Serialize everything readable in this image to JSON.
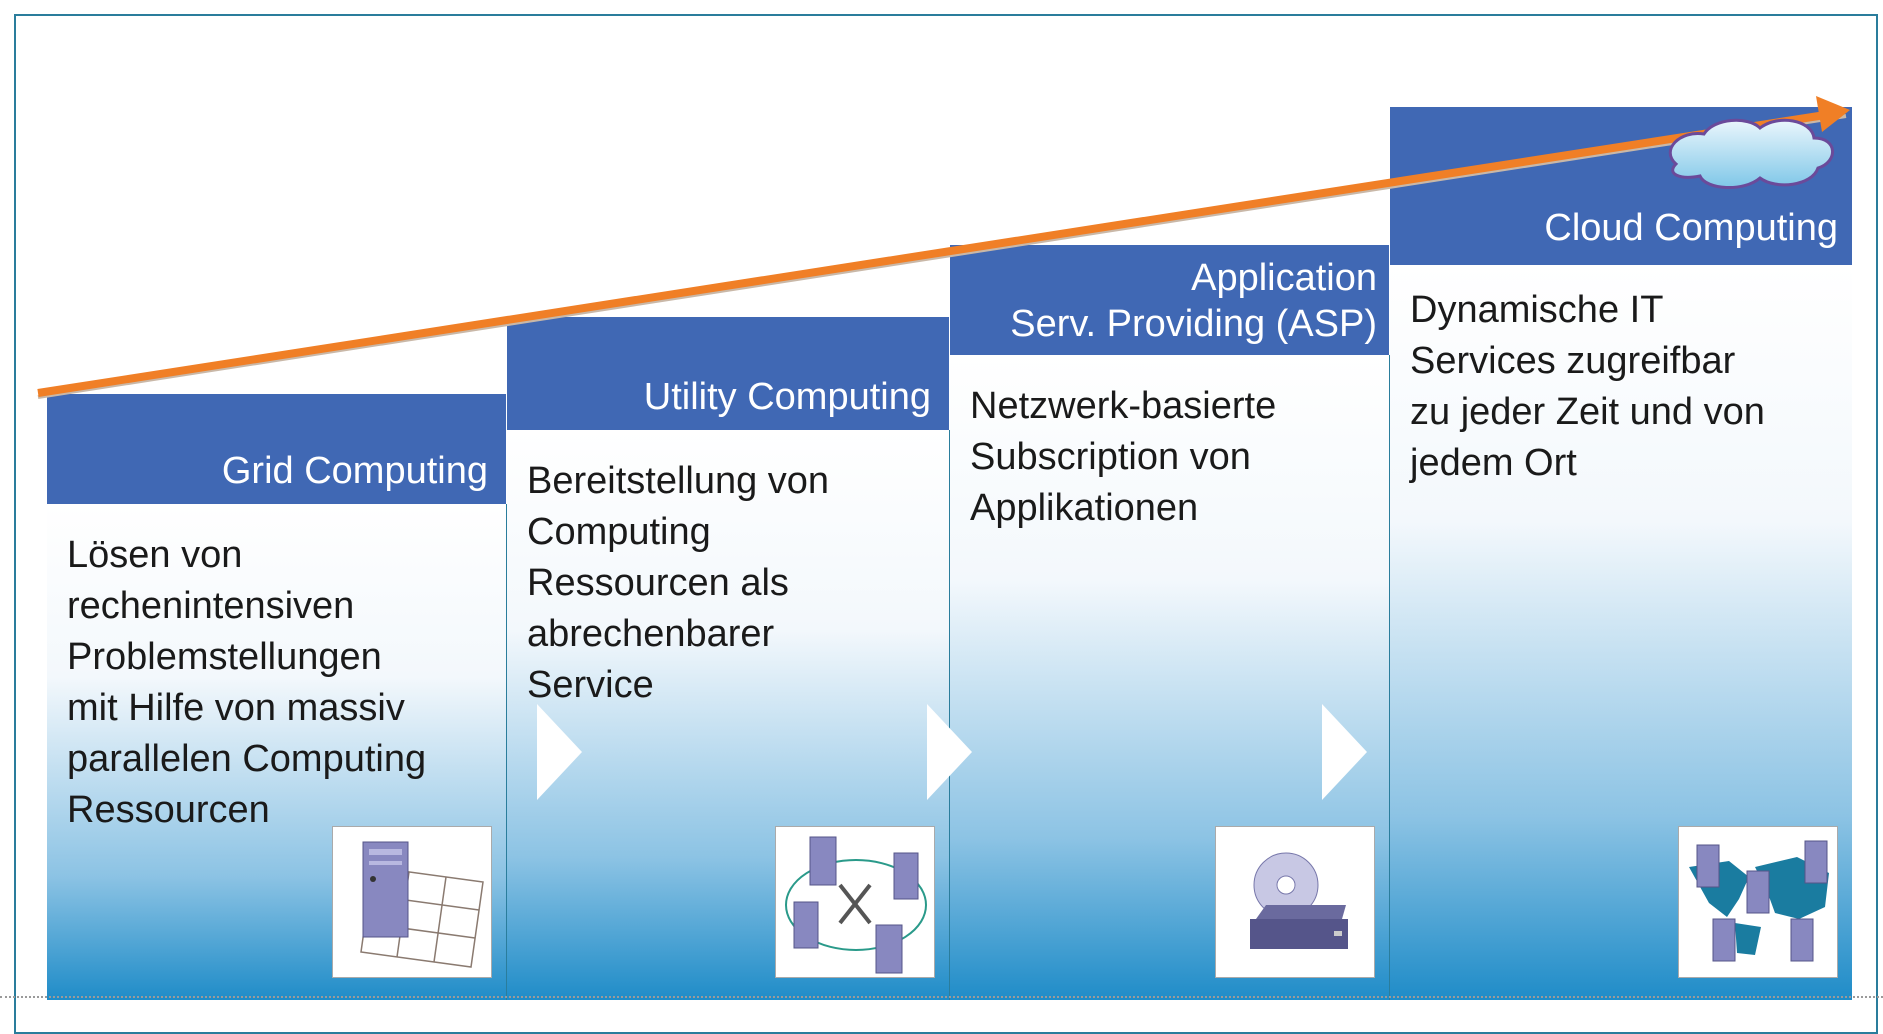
{
  "stages": [
    {
      "title": "Grid Computing",
      "description": "Lösen von\nrechenintensiven\nProblemstellungen\nmit  Hilfe von massiv\nparallelen Computing\nRessourcen",
      "icon": "grid-server-icon"
    },
    {
      "title": "Utility Computing",
      "description": "Bereitstellung von\nComputing\nRessourcen als\nabrechenbarer\nService",
      "icon": "utility-servers-tools-icon"
    },
    {
      "title": "Application\nServ. Providing (ASP)",
      "description": "Netzwerk-basierte\nSubscription von\nApplikationen",
      "icon": "cd-drive-icon"
    },
    {
      "title": "Cloud Computing",
      "description": "Dynamische IT\nServices zugreifbar\nzu jeder Zeit und von\njedem Ort",
      "icon": "world-map-servers-icon"
    }
  ],
  "colors": {
    "header_blue": "#4068b4",
    "arrow_orange": "#f07f26",
    "border_teal": "#2a7d9c",
    "gradient_bottom": "#1f8cc8"
  }
}
